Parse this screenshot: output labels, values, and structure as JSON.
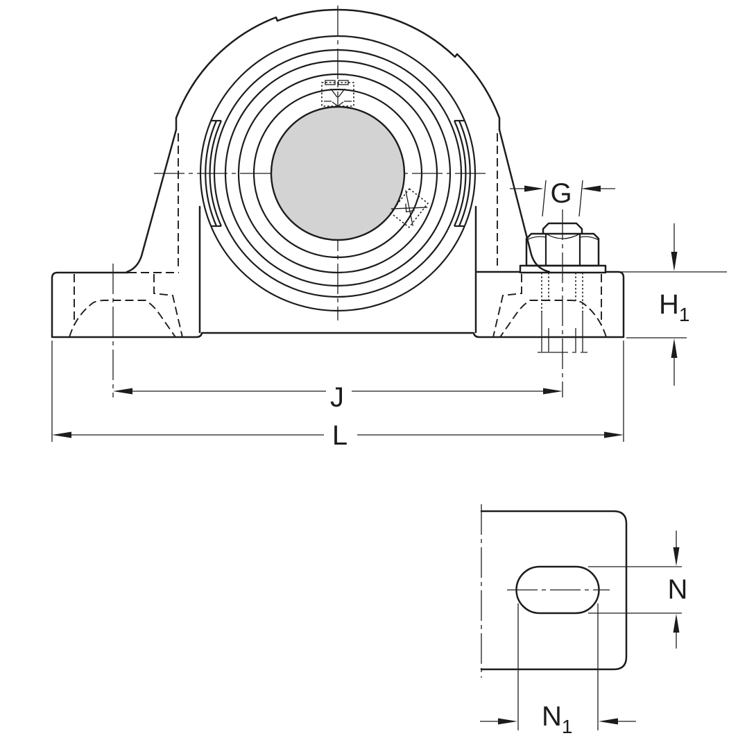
{
  "colors": {
    "line": "#1c1c1c",
    "bore": "#d3d3d3",
    "bg": "#ffffff"
  },
  "dimensions": {
    "g": {
      "label": "G"
    },
    "h1": {
      "base": "H",
      "sub": "1"
    },
    "j": {
      "label": "J"
    },
    "l": {
      "label": "L"
    },
    "n": {
      "label": "N"
    },
    "n1": {
      "base": "N",
      "sub": "1"
    }
  }
}
